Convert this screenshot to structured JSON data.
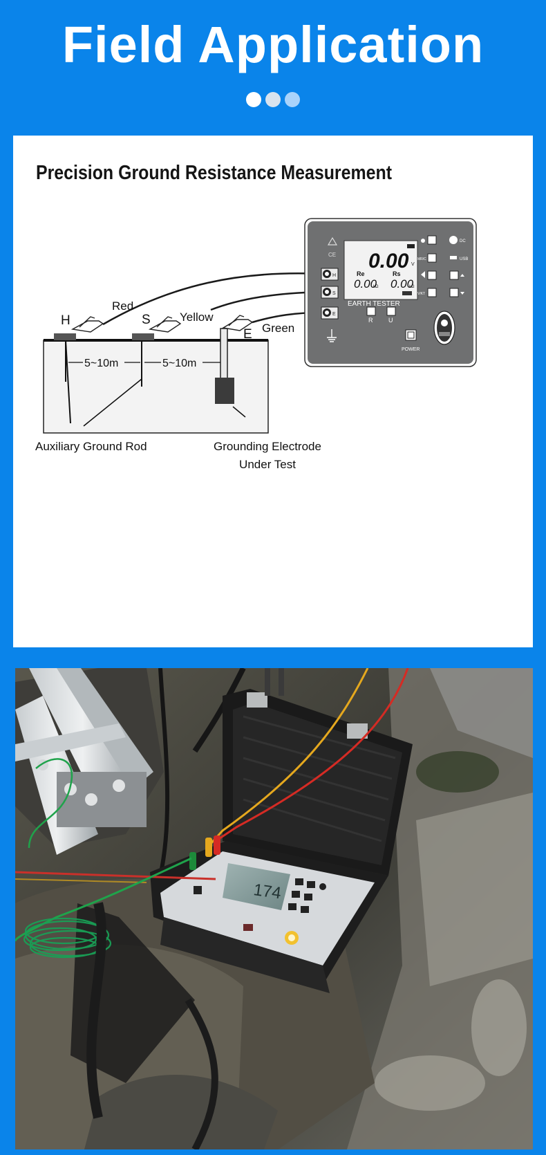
{
  "header": {
    "title": "Field Application",
    "dots": [
      "#ffffff",
      "#d9e3ee",
      "#a9d3fb"
    ]
  },
  "diagram": {
    "title": "Precision Ground Resistance Measurement",
    "rods": {
      "h": "H",
      "s": "S",
      "e": "E"
    },
    "wires": {
      "red": "Red",
      "yellow": "Yellow",
      "green": "Green"
    },
    "spacing": "5~10m",
    "labels": {
      "aux_rod": "Auxiliary Ground Rod",
      "electrode_line1": "Grounding Electrode",
      "electrode_line2": "Under Test"
    },
    "tester": {
      "main_reading": "0.00",
      "re_label": "Re",
      "rs_label": "Rs",
      "re_value": "0.00",
      "rs_value": "0.00",
      "unit": "kΩ",
      "unit_v": "V",
      "unit_k": "K",
      "device_name": "EARTH TESTER",
      "button_r": "R",
      "button_u": "U",
      "power": "POWER",
      "terminal_h": "H",
      "terminal_s": "S",
      "terminal_e": "E",
      "side_dc": "DC",
      "side_usb": "USB",
      "side_mr": "MR/C",
      "side_vkt": "V/KT"
    },
    "colors": {
      "red_wire": "#222222",
      "panel_gray": "#6f7071",
      "lcd": "#f2f2f2"
    }
  },
  "photo": {
    "screen_reading": "174"
  }
}
